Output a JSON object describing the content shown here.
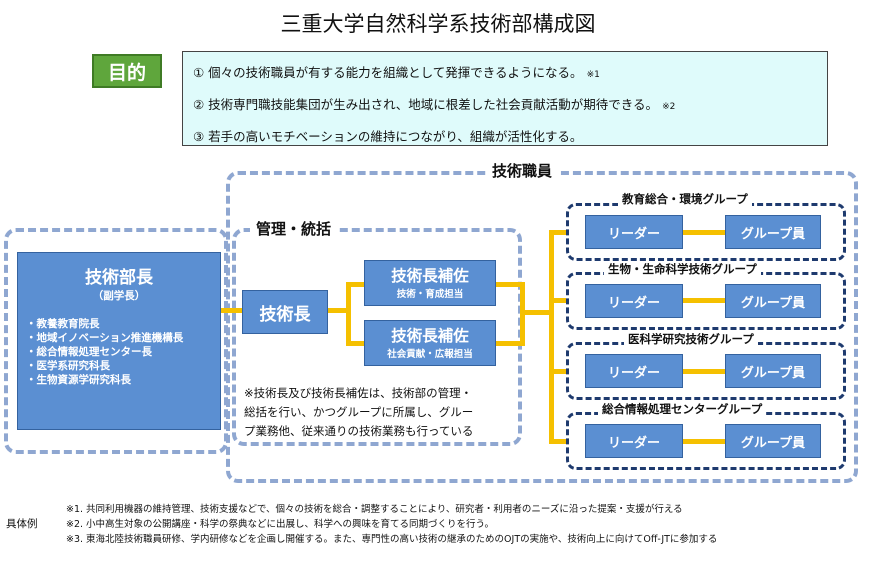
{
  "title": "三重大学自然科学系技術部構成図",
  "purpose": {
    "tag": "目的",
    "items": [
      {
        "text": "① 個々の技術職員が有する能力を組織として発揮できるようになる。",
        "ref": "※1"
      },
      {
        "text": "② 技術専門職技能集団が生み出され、地域に根差した社会貢献活動が期待できる。",
        "ref": "※2"
      },
      {
        "text": "③ 若手の高いモチベーションの維持につながり、組織が活性化する。",
        "ref": ""
      }
    ]
  },
  "director": {
    "title": "技術部長",
    "subtitle": "（副学長）",
    "members": [
      "・教養教育院長",
      "・地域イノベーション推進機構長",
      "・総合情報処理センター長",
      "・医学系研究科長",
      "・生物資源学研究科長"
    ]
  },
  "management": {
    "label": "管理・統括",
    "chief": "技術長",
    "assistants": [
      {
        "title": "技術長補佐",
        "sub": "技術・育成担当"
      },
      {
        "title": "技術長補佐",
        "sub": "社会貢献・広報担当"
      }
    ],
    "note": [
      "※技術長及び技術長補佐は、技術部の管理・",
      "総括を行い、かつグループに所属し、グルー",
      "プ業務他、従来通りの技術業務も行っている"
    ]
  },
  "staff": {
    "label": "技術職員",
    "groups": [
      {
        "name": "教育総合・環境グループ",
        "leader": "リーダー",
        "member": "グループ員"
      },
      {
        "name": "生物・生命科学技術グループ",
        "leader": "リーダー",
        "member": "グループ員"
      },
      {
        "name": "医科学研究技術グループ",
        "leader": "リーダー",
        "member": "グループ員"
      },
      {
        "name": "総合情報処理センターグループ",
        "leader": "リーダー",
        "member": "グループ員"
      }
    ]
  },
  "footnotes": {
    "label": "具体例",
    "lines": [
      "※1. 共同利用機器の維持管理、技術支援などで、個々の技術を総合・調整することにより、研究者・利用者のニーズに沿った提案・支援が行える",
      "※2. 小中高生対象の公開講座・科学の祭典などに出展し、科学への興味を育てる同期づくりを行う。",
      "※3. 東海北陸技術職員研修、学内研修などを企画し開催する。また、専門性の高い技術の継承のためのOJTの実施や、技術向上に向けてOff-JTに参加する"
    ]
  },
  "colors": {
    "box": "#5b8fd2",
    "connector": "#f5c000",
    "purpose_bg": "#dffbfb",
    "tag": "#5fa63c"
  }
}
